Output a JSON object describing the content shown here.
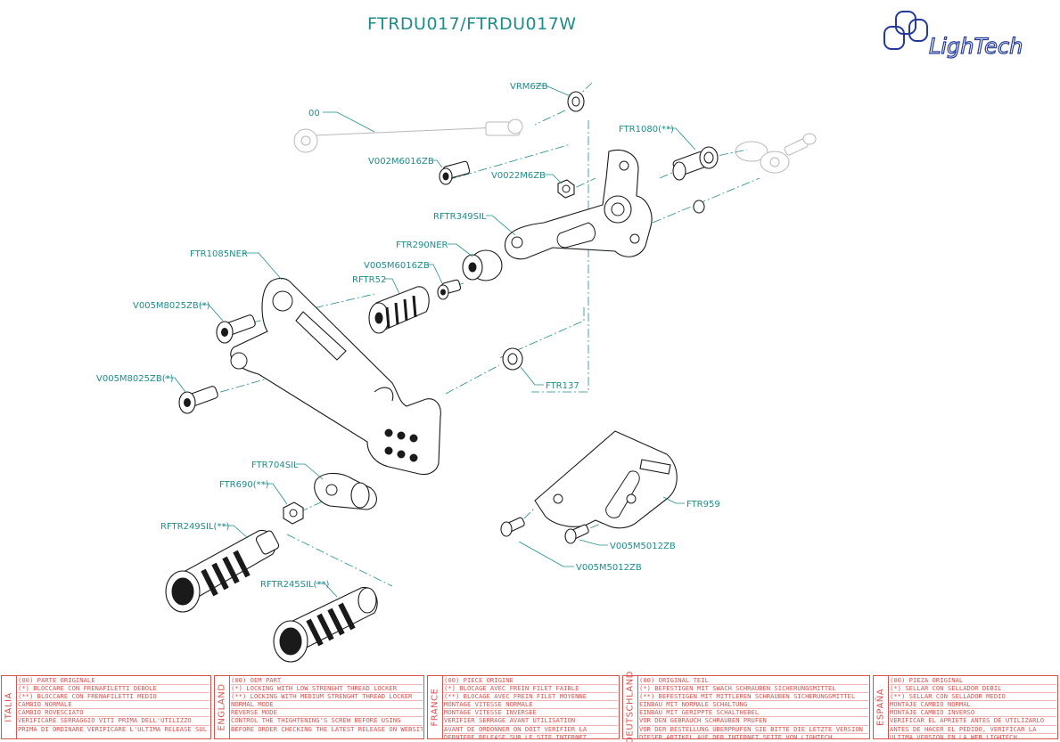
{
  "title": "FTRDU017/FTRDU017W",
  "logo": {
    "text": "LighTech",
    "color": "#233a9a"
  },
  "colors": {
    "callout": "#1f8c8c",
    "legend": "#d9534f",
    "outline": "#1a1a1a"
  },
  "parts": {
    "p00": "00",
    "vrm6zb": "VRM6ZB",
    "v002m6016zb": "V002M6016ZB",
    "v0022m6zb": "V0022M6ZB",
    "ftr1080": "FTR1080(**)",
    "rftr349sil": "RFTR349SIL",
    "ftr290ner": "FTR290NER",
    "v005m6016zb": "V005M6016ZB",
    "rftr52": "RFTR52",
    "ftr1085ner": "FTR1085NER",
    "v005m8025zb_a": "V005M8025ZB(*)",
    "v005m8025zb_b": "V005M8025ZB(*)",
    "ftr137": "FTR137",
    "ftr704sil": "FTR704SIL",
    "ftr690": "FTR690(**)",
    "rftr249sil": "RFTR249SIL(**)",
    "rftr245sil": "RFTR245SIL(**)",
    "ftr959": "FTR959",
    "v005m5012zb_a": "V005M5012ZB",
    "v005m5012zb_b": "V005M5012ZB"
  },
  "legend": [
    {
      "language": "ITALIA",
      "lines": [
        "(00) PARTE ORIGINALE",
        "(*)   BLOCCARE CON FRENAFILETTI DEBOLE",
        "(**)  BLOCCARE CON FRENAFILETTI MEDIO",
        "CAMBIO NORMALE",
        "CAMBIO ROVESCIATO",
        "VERIFICARE SERRAGGIO VITI PRIMA DELL'UTILIZZO",
        "PRIMA DI ORDINARE VERIFICARE L'ULTIMA RELEASE SUL SITO"
      ]
    },
    {
      "language": "ENGLAND",
      "lines": [
        "(00) OEM PART",
        "(*)   LOCKING WITH LOW STRENGHT THREAD LOCKER",
        "(**)  LOCKING WITH MEDIUM STRENGHT THREAD LOCKER",
        "NORMAL MODE",
        "REVERSE MODE",
        "CONTROL THE THIGHTENING'S SCREW BEFORE USING",
        "BEFORE ORDER CHECKING THE LATEST RELEASE ON WEBSITE"
      ]
    },
    {
      "language": "FRANCE",
      "lines": [
        "(00) PIECE ORIGINE",
        "(*)   BLOCAGE AVEC FREIN FILET FAIBLE",
        "(**)  BLOCAGE AVEC FREIN FILET MOYENNE",
        "MONTAGE VITESSE NORMALE",
        "MONTAGE VITESSE INVERSEE",
        "VERIFIER SERRAGE AVANT UTILISATION",
        "AVANT DE ORDONNER ON DOIT VERIFIER LA",
        "DERNIERE RELEASE SUR LE SITE INTERNET"
      ]
    },
    {
      "language": "DEUTSCHLAND",
      "lines": [
        "(00) ORIGINAL TEIL",
        "(*)   BEFESTIGEN MIT SWACH SCHRAUBEN SICHERUNGSMITTEL",
        "(**)  BEFESTIGEN MIT MITTLEREN SCHRAUBEN SICHERUNGSMITTEL",
        "EINBAU MIT NORMALE SCHALTUNG",
        "EINBAU MIT GERIPPTE SCHALTHEBEL",
        "VOR DEN GEBRAUCH SCHRAUBEN PRUFEN",
        "VOR DER BESTELLUNG ÜBERPRÜFEN SIE BITTE DIE LETZTE VERSION",
        "DIESER ARTIKEL AUF DER INTERNET SEITE VON LIGHTECH"
      ]
    },
    {
      "language": "ESPAÑA",
      "lines": [
        "(00) PIEZA ORIGINAL",
        "(*)   SELLAR CON SELLADOR DEBIL",
        "(**)  SELLAR CON SELLADOR MEDIO",
        "MONTAJE  CAMBIO NORMAL",
        "MONTAJE CAMBIO INVERSO",
        "VERIFICAR EL APRIETE ANTES DE UTILIZARLO",
        "ANTES DE HACER EL PEDIDO, VERIFICAR LA",
        "ULTIMA VERSION EN LA WEB LIGHTECH"
      ]
    }
  ]
}
